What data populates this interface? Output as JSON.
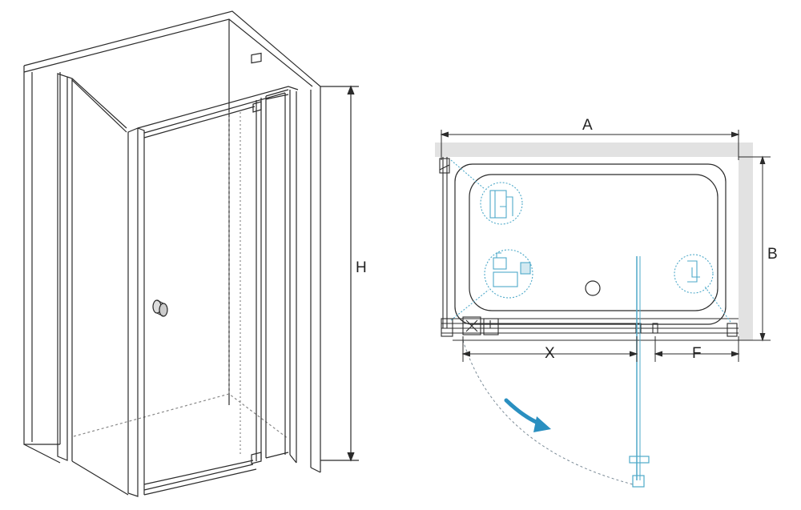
{
  "diagram": {
    "perspective_view": {
      "dimensions": {
        "height_label": "H"
      },
      "parts": [
        "fixed-side-panel",
        "pivot-door-panel",
        "door-handle",
        "top-hinge",
        "bottom-hinge",
        "wall-profile"
      ]
    },
    "plan_view": {
      "dimensions": {
        "width_label": "A",
        "depth_label": "B",
        "door_opening_label": "X",
        "fixed_panel_label": "F"
      },
      "details": [
        "wall-bracket-detail",
        "side-profile-detail",
        "hinge-detail",
        "end-profile-detail"
      ],
      "door_swing": "outward"
    },
    "colors": {
      "line": "#2b2b2b",
      "wall_fill": "#e2e2e2",
      "detail": "#4ea9c9",
      "arrow": "#2a8fc0",
      "dashed": "#7a8a96"
    }
  }
}
